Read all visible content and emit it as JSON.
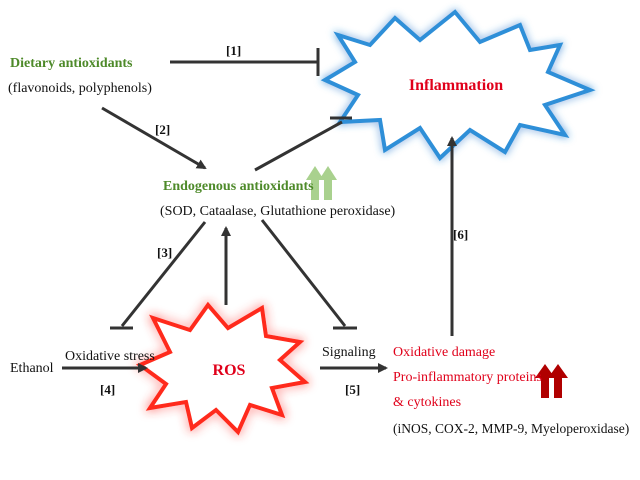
{
  "nodes": {
    "dietary_title": "Dietary antioxidants",
    "dietary_sub": "(flavonoids, polyphenols)",
    "inflammation": "Inflammation",
    "endogenous_title": "Endogenous antioxidants",
    "endogenous_sub": "(SOD, Cataalase, Glutathione peroxidase)",
    "ethanol": "Ethanol",
    "oxidative_stress": "Oxidative stress",
    "ros": "ROS",
    "signaling": "Signaling",
    "damage_line1": "Oxidative damage",
    "damage_line2": "Pro-inflammatory proteins",
    "damage_line3": "& cytokines",
    "damage_sub": "(iNOS, COX-2, MMP-9, Myeloperoxidase)"
  },
  "labels": {
    "l1": "[1]",
    "l2": "[2]",
    "l3": "[3]",
    "l4": "[4]",
    "l5": "[5]",
    "l6": "[6]"
  },
  "colors": {
    "green": "#4e8a2a",
    "red": "#e0001a",
    "dark_red": "#b00000",
    "light_green": "#a9d18e",
    "blue_glow": "#2f8fd8",
    "red_glow": "#ff2a1a",
    "arrow": "#333333"
  }
}
